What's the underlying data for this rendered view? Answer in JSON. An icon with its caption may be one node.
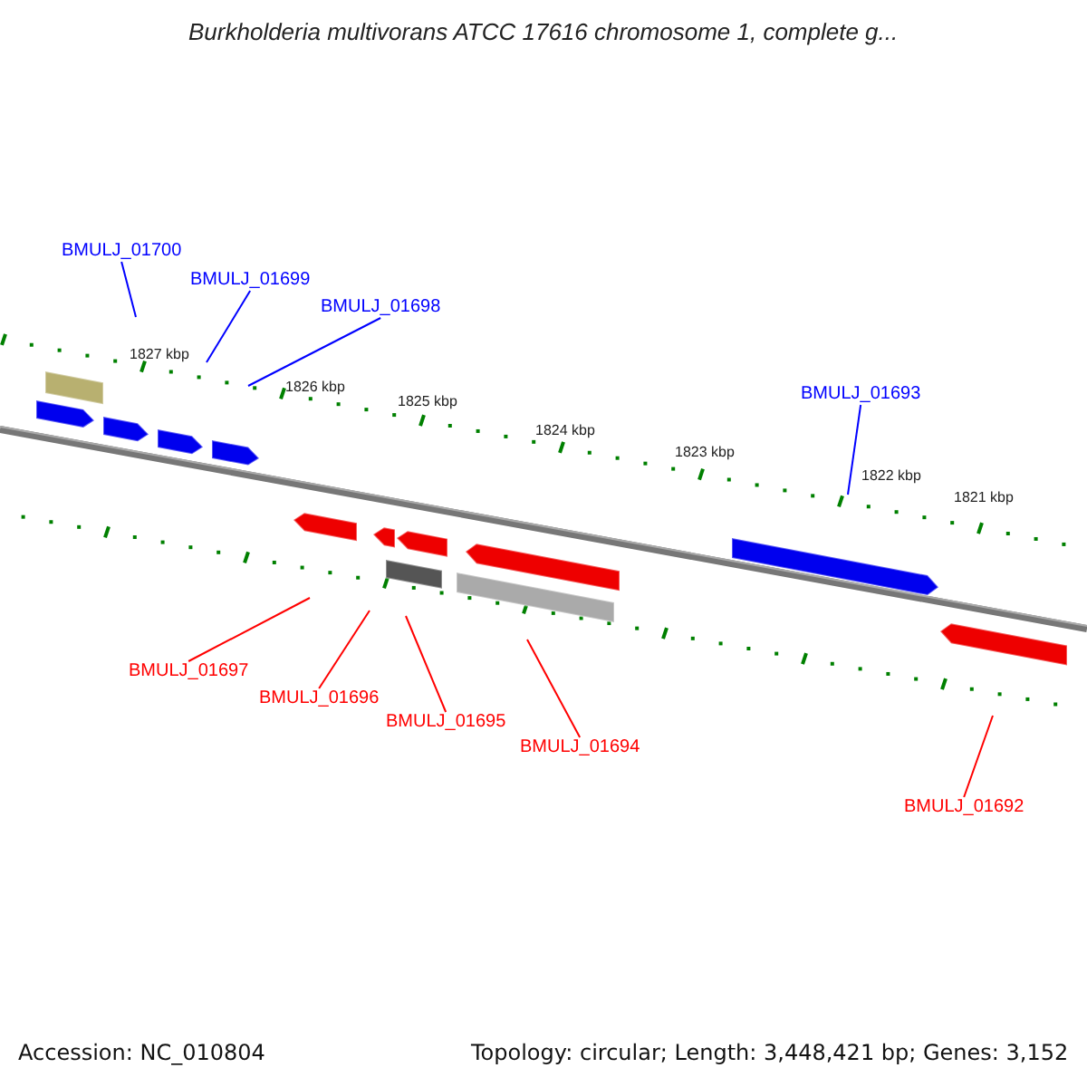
{
  "diagram": {
    "title": "Burkholderia multivorans ATCC 17616 chromosome 1, complete g...",
    "nodes": [
      {
        "text": [
          "BMULJ_01700"
        ]
      },
      {
        "text": [
          "BMULJ_01699"
        ]
      },
      {
        "text": [
          "BMULJ_01698"
        ]
      },
      {
        "text": [
          "BMULJ_01693"
        ]
      },
      {
        "text": [
          "BMULJ_01697"
        ]
      },
      {
        "text": [
          "BMULJ_01696"
        ]
      },
      {
        "text": [
          "BMULJ_01695"
        ]
      },
      {
        "text": [
          "BMULJ_01694"
        ]
      },
      {
        "text": [
          "BMULJ_01692"
        ]
      }
    ],
    "edges": [
      {
        "from": 0,
        "to": null,
        "arrow": "none",
        "color": "#0000ff"
      },
      {
        "from": 1,
        "to": null,
        "arrow": "none",
        "color": "#0000ff"
      },
      {
        "from": 2,
        "to": null,
        "arrow": "none",
        "color": "#0000ff"
      },
      {
        "from": 3,
        "to": null,
        "arrow": "none",
        "color": "#0000ff"
      },
      {
        "from": 4,
        "to": null,
        "arrow": "none"
      },
      {
        "from": 5,
        "to": null,
        "arrow": "none"
      },
      {
        "from": 6,
        "to": null,
        "arrow": "none"
      },
      {
        "from": 7,
        "to": null,
        "arrow": "none"
      },
      {
        "from": 8,
        "to": null,
        "arrow": "none"
      }
    ],
    "labels": [
      "1827 kbp",
      "1826 kbp",
      "1825 kbp",
      "1824 kbp",
      "1823 kbp",
      "1822 kbp",
      "1821 kbp",
      "Accession: NC_010804",
      "Topology: circular; Length: 3,448,421 bp; Genes: 3,152"
    ]
  }
}
